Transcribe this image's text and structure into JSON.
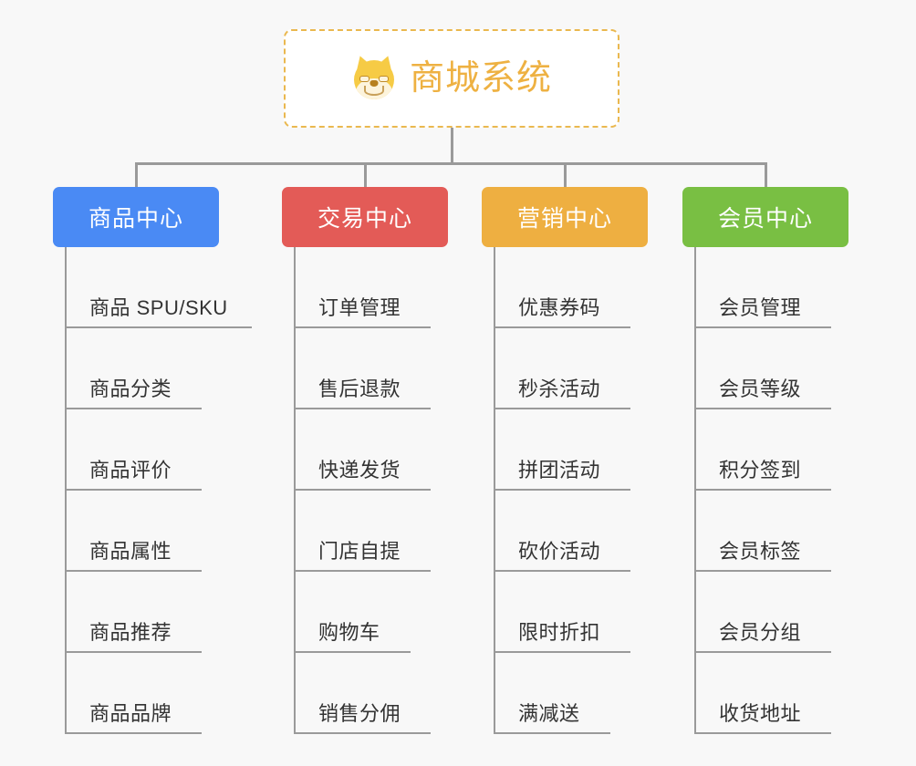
{
  "page": {
    "background": "#f8f8f8",
    "type": "mindmap"
  },
  "root": {
    "icon": "shiba-dog-face-icon",
    "label": "商城系统",
    "text_color": "#eeb142",
    "border_color": "#eab84f",
    "background": "#ffffff"
  },
  "connector_color": "#9a9a9a",
  "branches": [
    {
      "id": "product-center",
      "label": "商品中心",
      "color": "#4a8af4",
      "items": [
        "商品 SPU/SKU",
        "商品分类",
        "商品评价",
        "商品属性",
        "商品推荐",
        "商品品牌"
      ]
    },
    {
      "id": "trade-center",
      "label": "交易中心",
      "color": "#e35b57",
      "items": [
        "订单管理",
        "售后退款",
        "快递发货",
        "门店自提",
        "购物车",
        "销售分佣"
      ]
    },
    {
      "id": "marketing-center",
      "label": "营销中心",
      "color": "#eeaf41",
      "items": [
        "优惠券码",
        "秒杀活动",
        "拼团活动",
        "砍价活动",
        "限时折扣",
        "满减送"
      ]
    },
    {
      "id": "member-center",
      "label": "会员中心",
      "color": "#79bf43",
      "items": [
        "会员管理",
        "会员等级",
        "积分签到",
        "会员标签",
        "会员分组",
        "收货地址"
      ]
    }
  ]
}
